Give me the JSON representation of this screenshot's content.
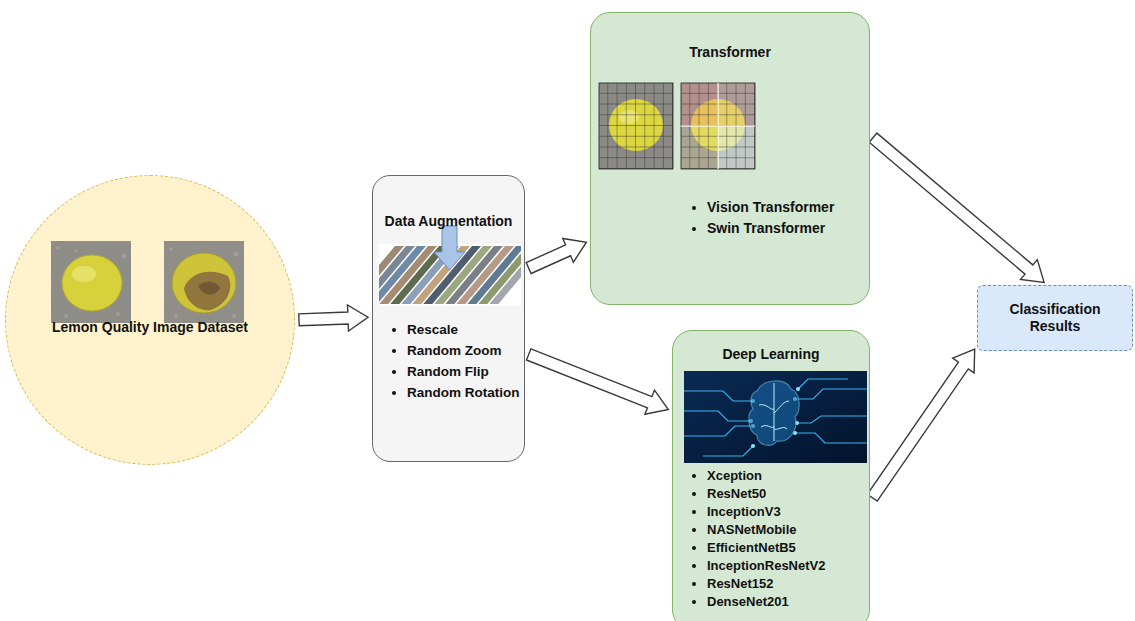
{
  "diagram": {
    "nodes": [
      {
        "text": [
          "Lemon Quality Image Dataset"
        ]
      },
      {
        "text": [
          "Data Augmentation",
          "Rescale",
          "Random Zoom",
          "Random Flip",
          "Random Rotation"
        ]
      },
      {
        "text": [
          "Transformer",
          "Vision Transformer",
          "Swin Transformer"
        ]
      },
      {
        "text": [
          "Deep Learning",
          "Xception",
          "ResNet50",
          "InceptionV3",
          "NASNetMobile",
          "EfficientNetB5",
          "InceptionResNetV2",
          "ResNet152",
          "DenseNet201"
        ]
      },
      {
        "text": [
          "Classification Results"
        ]
      }
    ],
    "edges": [
      {
        "from": 0,
        "to": 1,
        "arrow": "to"
      },
      {
        "from": 1,
        "to": 2,
        "arrow": "to"
      },
      {
        "from": 1,
        "to": 3,
        "arrow": "to"
      },
      {
        "from": 2,
        "to": 4,
        "arrow": "to"
      },
      {
        "from": 3,
        "to": 4,
        "arrow": "to"
      }
    ]
  }
}
